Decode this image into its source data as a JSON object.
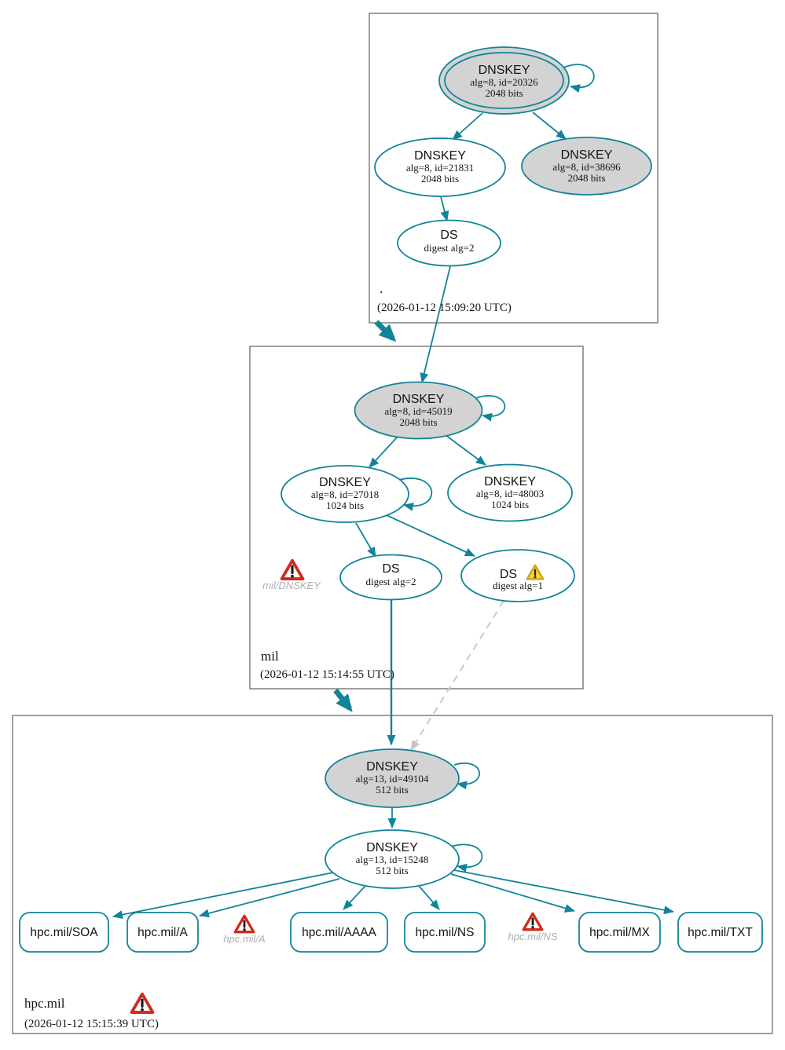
{
  "colors": {
    "edge_secure": "#128499",
    "ksk_fill": "#d3d3d3",
    "node_fill": "#ffffff",
    "zone_box_border": "#5f5f5f",
    "dashed_edge": "#c9c9c9",
    "warning_red": "#cf2b20",
    "warning_yellow": "#f7d626",
    "warning_label_gray": "#aeaeae"
  },
  "zones": {
    "root": {
      "label": ".",
      "timestamp": "(2026-01-12 15:09:20 UTC)",
      "nodes": {
        "ksk": {
          "title": "DNSKEY",
          "line1": "alg=8, id=20326",
          "line2": "2048 bits"
        },
        "zsk": {
          "title": "DNSKEY",
          "line1": "alg=8, id=21831",
          "line2": "2048 bits"
        },
        "key2": {
          "title": "DNSKEY",
          "line1": "alg=8, id=38696",
          "line2": "2048 bits"
        },
        "ds": {
          "title": "DS",
          "line1": "digest alg=2"
        }
      }
    },
    "mil": {
      "label": "mil",
      "timestamp": "(2026-01-12 15:14:55 UTC)",
      "warning_label": "mil/DNSKEY",
      "nodes": {
        "ksk": {
          "title": "DNSKEY",
          "line1": "alg=8, id=45019",
          "line2": "2048 bits"
        },
        "zsk": {
          "title": "DNSKEY",
          "line1": "alg=8, id=27018",
          "line2": "1024 bits"
        },
        "key2": {
          "title": "DNSKEY",
          "line1": "alg=8, id=48003",
          "line2": "1024 bits"
        },
        "ds2": {
          "title": "DS",
          "line1": "digest alg=2"
        },
        "ds1": {
          "title": "DS",
          "line1": "digest alg=1"
        }
      }
    },
    "hpc": {
      "label": "hpc.mil",
      "timestamp": "(2026-01-12 15:15:39 UTC)",
      "warning_a_label": "hpc.mil/A",
      "warning_ns_label": "hpc.mil/NS",
      "nodes": {
        "ksk": {
          "title": "DNSKEY",
          "line1": "alg=13, id=49104",
          "line2": "512 bits"
        },
        "zsk": {
          "title": "DNSKEY",
          "line1": "alg=13, id=15248",
          "line2": "512 bits"
        },
        "rrsets": [
          "hpc.mil/SOA",
          "hpc.mil/A",
          "hpc.mil/AAAA",
          "hpc.mil/NS",
          "hpc.mil/MX",
          "hpc.mil/TXT"
        ]
      }
    }
  }
}
